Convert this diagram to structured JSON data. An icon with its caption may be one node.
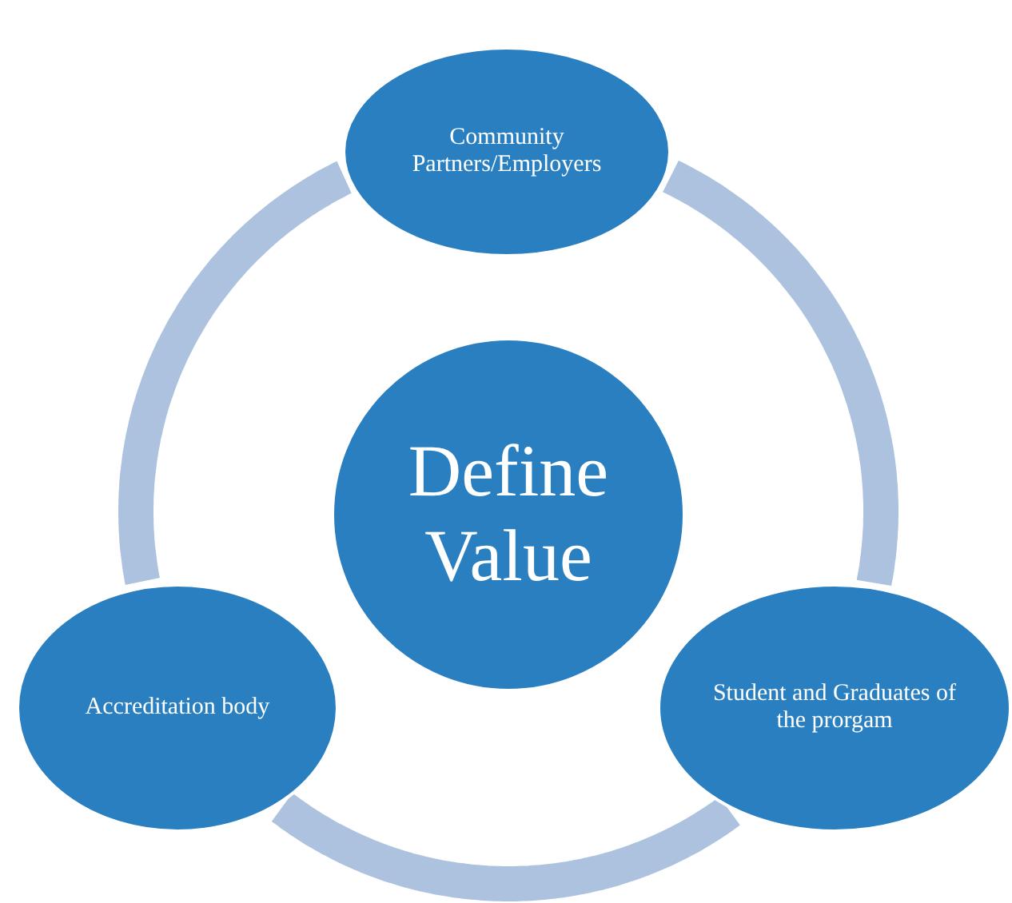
{
  "diagram": {
    "nodes": [
      {
        "text": [
          "Community Partners/Employers"
        ]
      },
      {
        "text": [
          "Define Value"
        ]
      },
      {
        "text": [
          "Accreditation body"
        ]
      },
      {
        "text": [
          "Student and Graduates of the prorgam"
        ]
      }
    ],
    "edges": [
      {
        "from": 0,
        "to": 3,
        "arrow": "none",
        "color": "#adc2de"
      },
      {
        "from": 3,
        "to": 2,
        "arrow": "none",
        "color": "#adc2de"
      },
      {
        "from": 2,
        "to": 0,
        "arrow": "none",
        "color": "#adc2de"
      }
    ]
  }
}
